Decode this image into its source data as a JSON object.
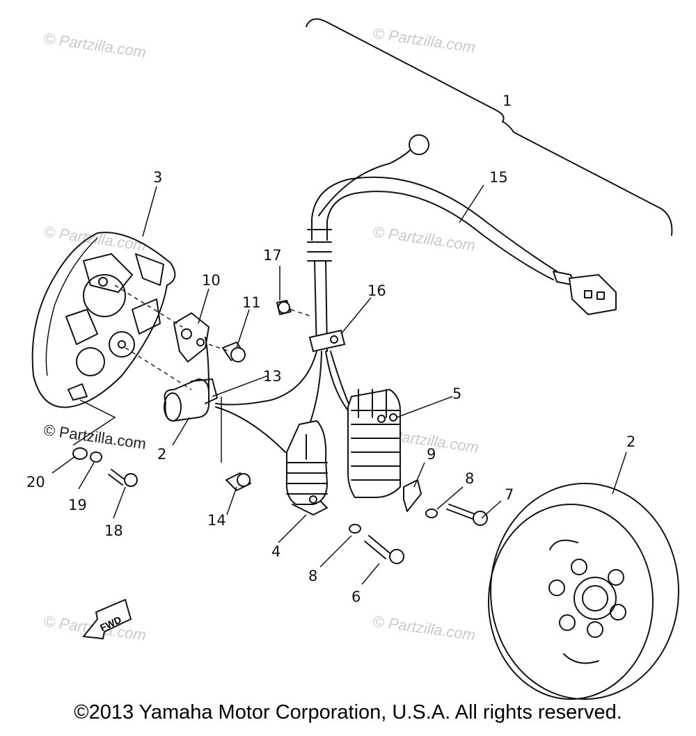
{
  "watermarks": [
    "© Partzilla.com",
    "© Partzilla.com",
    "© Partzilla.com",
    "© Partzilla.com",
    "© Partzilla.com",
    "© Partzilla.com",
    "© Partzilla.com",
    "© Partzilla.com"
  ],
  "callouts": [
    "1",
    "2",
    "3",
    "4",
    "5",
    "6",
    "7",
    "8",
    "8",
    "9",
    "10",
    "11",
    "2",
    "13",
    "14",
    "15",
    "16",
    "17",
    "18",
    "19",
    "20"
  ],
  "fwd_label": "FWD",
  "copyright": "©2013 Yamaha Motor Corporation, U.S.A. All rights reserved."
}
